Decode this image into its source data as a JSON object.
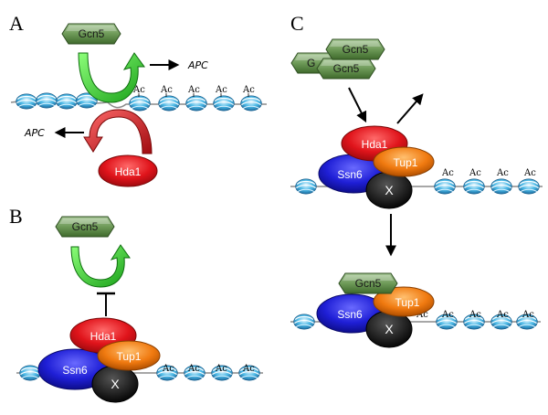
{
  "panels": {
    "a": "A",
    "b": "B",
    "c": "C"
  },
  "proteins": {
    "gcn5": "Gcn5",
    "gcn5_partial": "G",
    "hda1": "Hda1",
    "ssn6": "Ssn6",
    "tup1": "Tup1",
    "x": "X"
  },
  "labels": {
    "apc": "APC",
    "ac": "Ac"
  },
  "colors": {
    "gcn5": "#5f8a4a",
    "hda1": "#e0141b",
    "ssn6": "#1f1fd6",
    "tup1": "#f07a10",
    "x": "#000000",
    "nucleosome": "#2aa7d9",
    "acetylation_arrow": "#33cc33",
    "deacetylation_arrow": "#cc1111"
  }
}
